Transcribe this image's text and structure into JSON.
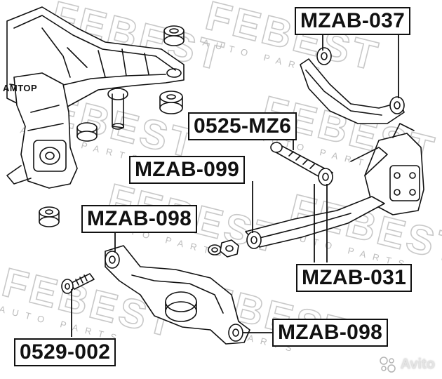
{
  "watermark": {
    "brand": "FEBEST",
    "subtitle": "AUTO PARTS"
  },
  "callouts": [
    {
      "id": "mzab-037-top",
      "text": "MZAB-037"
    },
    {
      "id": "0525-mz6",
      "text": "0525-MZ6"
    },
    {
      "id": "mzab-099",
      "text": "MZAB-099"
    },
    {
      "id": "mzab-098-left",
      "text": "MZAB-098"
    },
    {
      "id": "mzab-031",
      "text": "MZAB-031"
    },
    {
      "id": "mzab-098-right",
      "text": "MZAB-098"
    },
    {
      "id": "0529-002",
      "text": "0529-002"
    }
  ],
  "corner_tag": "AMTOP",
  "avito_logo": {
    "text": "Avito",
    "icon": "avito-dots-icon"
  },
  "colors": {
    "line": "#111111",
    "watermark": "#c8c8c8",
    "background": "#ffffff"
  }
}
